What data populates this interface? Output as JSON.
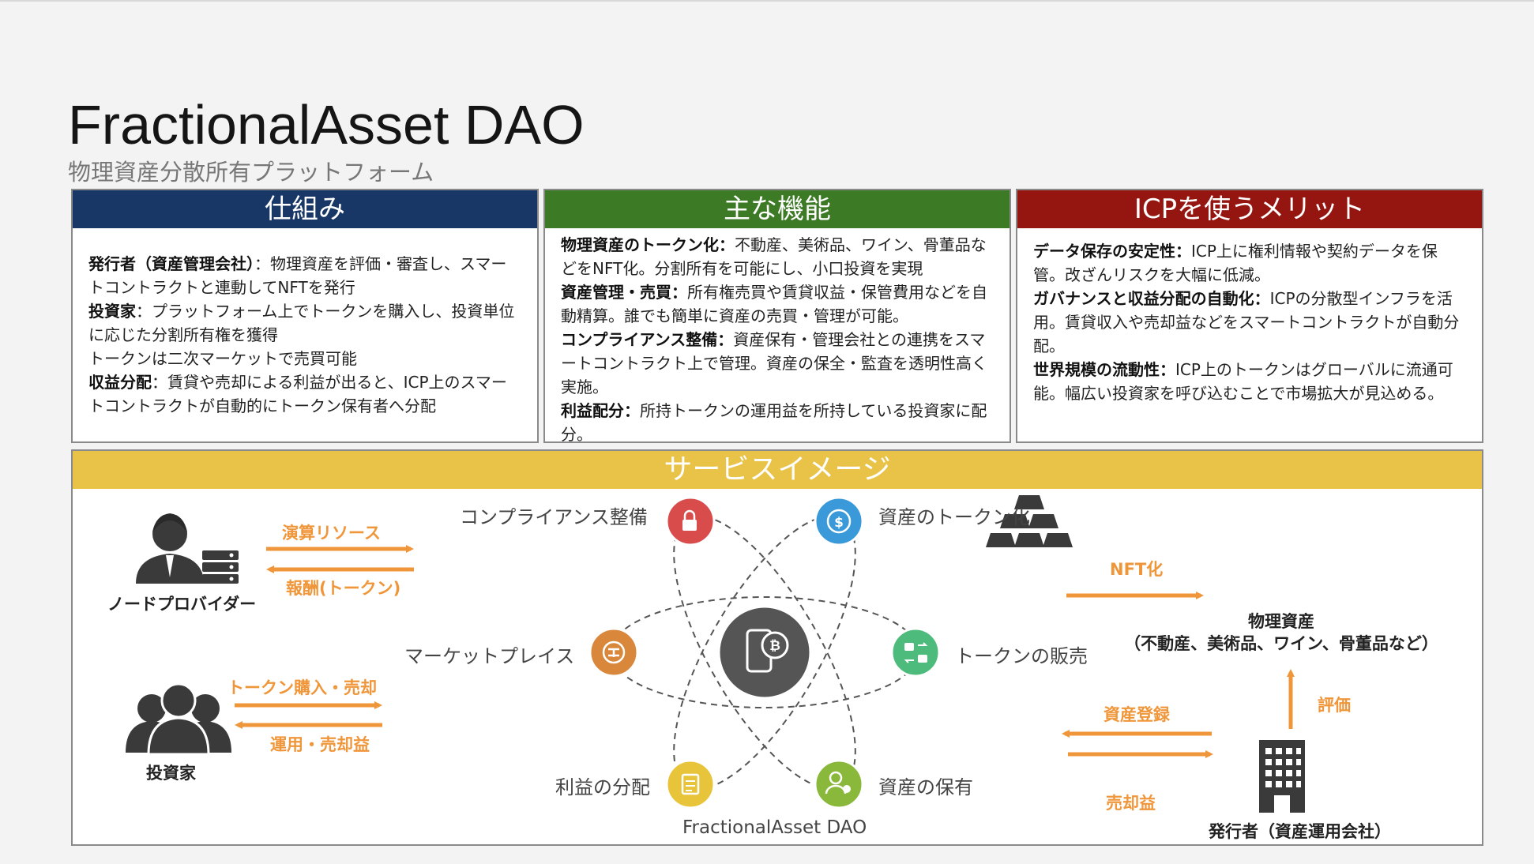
{
  "title": "FractionalAsset DAO",
  "subtitle": "物理資産分散所有プラットフォーム",
  "panels": {
    "mechanism": {
      "heading": "仕組み",
      "items": [
        {
          "bold": "発行者（資産管理会社）",
          "text": "：物理資産を評価・審査し、スマートコントラクトと連動してNFTを発行"
        },
        {
          "bold": "投資家",
          "text": "：プラットフォーム上でトークンを購入し、投資単位に応じた分割所有権を獲得"
        },
        {
          "bold": "",
          "text": "トークンは二次マーケットで売買可能"
        },
        {
          "bold": "収益分配",
          "text": "：賃貸や売却による利益が出ると、ICP上のスマートコントラクトが自動的にトークン保有者へ分配"
        }
      ]
    },
    "features": {
      "heading": "主な機能",
      "items": [
        {
          "bold": "物理資産のトークン化：",
          "text": "不動産、美術品、ワイン、骨董品などをNFT化。分割所有を可能にし、小口投資を実現"
        },
        {
          "bold": "資産管理・売買：",
          "text": "所有権売買や賃貸収益・保管費用などを自動精算。誰でも簡単に資産の売買・管理が可能。"
        },
        {
          "bold": "コンプライアンス整備：",
          "text": "資産保有・管理会社との連携をスマートコントラクト上で管理。資産の保全・監査を透明性高く実施。"
        },
        {
          "bold": "利益配分：",
          "text": "所持トークンの運用益を所持している投資家に配分。"
        }
      ]
    },
    "merits": {
      "heading": "ICPを使うメリット",
      "items": [
        {
          "bold": "データ保存の安定性：",
          "text": "ICP上に権利情報や契約データを保管。改ざんリスクを大幅に低減。"
        },
        {
          "bold": "ガバナンスと収益分配の自動化：",
          "text": "ICPの分散型インフラを活用。賃貸収入や売却益などをスマートコントラクトが自動分配。"
        },
        {
          "bold": "世界規模の流動性：",
          "text": "ICP上のトークンはグローバルに流通可能。幅広い投資家を呼び込むことで市場拡大が見込める。"
        }
      ]
    }
  },
  "service": {
    "heading": "サービスイメージ",
    "center_label": "FractionalAsset DAO",
    "nodes": {
      "compliance": "コンプライアンス整備",
      "tokenize": "資産のトークン化",
      "marketplace": "マーケットプレイス",
      "token_sale": "トークンの販売",
      "profit": "利益の分配",
      "holding": "資産の保有"
    },
    "node_provider": {
      "label": "ノードプロバイダー",
      "arrow_out": "演算リソース",
      "arrow_in": "報酬(トークン)"
    },
    "investor": {
      "label": "投資家",
      "arrow_out": "トークン購入・売却",
      "arrow_in": "運用・売却益"
    },
    "asset": {
      "label": "物理資産",
      "sublabel": "（不動産、美術品、ワイン、骨董品など）",
      "arrow_nft": "NFT化"
    },
    "issuer": {
      "label": "発行者（資産運用会社）",
      "arrow_register": "資産登録",
      "arrow_sale": "売却益",
      "arrow_eval": "評価"
    },
    "colors": {
      "orange": "#f0963a",
      "compliance": "#d94c4c",
      "tokenize": "#3a9ad9",
      "marketplace": "#d9873a",
      "token_sale": "#4cbb7c",
      "profit": "#e8c43a",
      "holding": "#8ab83a",
      "hub": "#555555"
    }
  }
}
